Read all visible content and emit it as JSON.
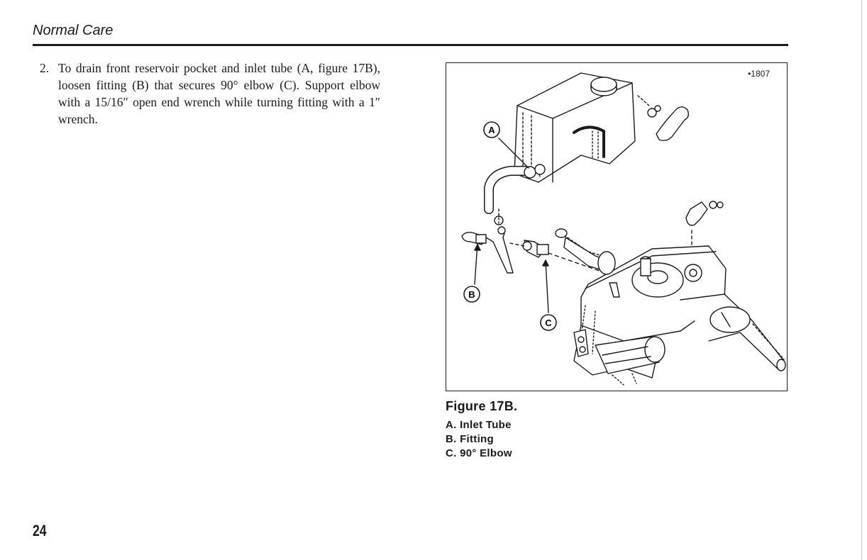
{
  "header": {
    "section_title": "Normal Care"
  },
  "instruction": {
    "number": "2.",
    "text": "To drain front reservoir pocket and inlet tube (A, figure 17B), loosen fitting (B) that secures 90° elbow (C). Support elbow with a 15/16″ open end wrench while turning fitting with a 1″ wrench."
  },
  "figure": {
    "id_label": "•1807",
    "callouts": {
      "a": "A",
      "b": "B",
      "c": "C"
    },
    "caption_title": "Figure 17B.",
    "legend": [
      "A. Inlet Tube",
      "B. Fitting",
      "C. 90° Elbow"
    ]
  },
  "page_number": "24",
  "colors": {
    "ink": "#1a1a1a",
    "paper": "#ffffff"
  }
}
